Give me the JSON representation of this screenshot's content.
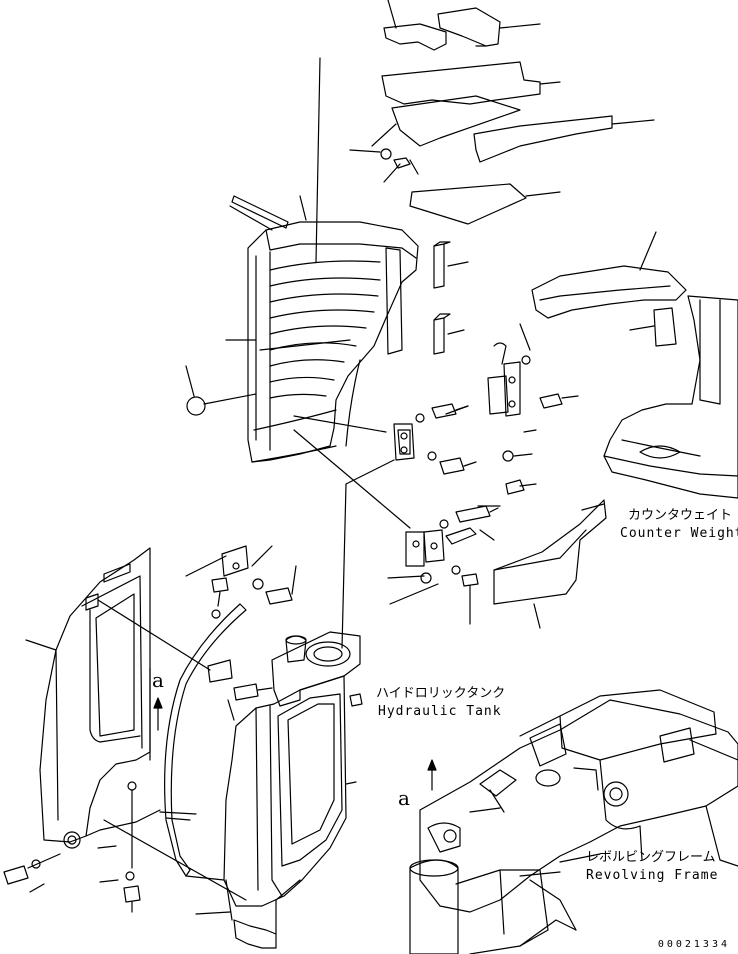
{
  "labels": {
    "counter_weight_jp": "カウンタウェイト",
    "counter_weight_en": "Counter Weight",
    "hydraulic_tank_jp": "ハイドロリックタンク",
    "hydraulic_tank_en": "Hydraulic Tank",
    "revolving_frame_jp": "レボルビングフレーム",
    "revolving_frame_en": "Revolving Frame"
  },
  "view_markers": [
    "a",
    "a"
  ],
  "doc_number": "00021334"
}
